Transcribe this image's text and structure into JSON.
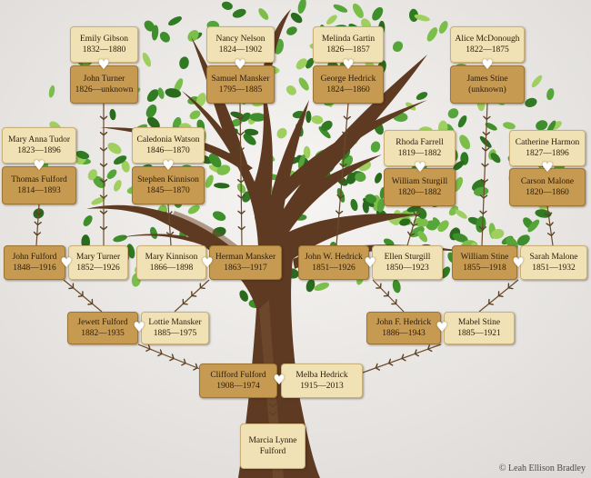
{
  "colors": {
    "light_box": "#f0e2b4",
    "dark_box": "#c79a52",
    "trunk": "#5e3a22",
    "leaf": "#3e8f2c"
  },
  "people": {
    "emily_gibson": {
      "name": "Emily Gibson",
      "dates": "1832—1880"
    },
    "john_turner": {
      "name": "John Turner",
      "dates": "1826—unknown"
    },
    "nancy_nelson": {
      "name": "Nancy Nelson",
      "dates": "1824—1902"
    },
    "samuel_mansker": {
      "name": "Samuel Mansker",
      "dates": "1795—1885"
    },
    "melinda_gartin": {
      "name": "Melinda Gartin",
      "dates": "1826—1857"
    },
    "george_hedrick": {
      "name": "George Hedrick",
      "dates": "1824—1860"
    },
    "alice_mcdonough": {
      "name": "Alice McDonough",
      "dates": "1822—1875"
    },
    "james_stine": {
      "name": "James Stine",
      "dates": "(unknown)"
    },
    "mary_anna_tudor": {
      "name": "Mary Anna Tudor",
      "dates": "1823—1896"
    },
    "thomas_fulford": {
      "name": "Thomas Fulford",
      "dates": "1814—1893"
    },
    "caledonia_watson": {
      "name": "Caledonia Watson",
      "dates": "1846—1870"
    },
    "stephen_kinnison": {
      "name": "Stephen Kinnison",
      "dates": "1845—1870"
    },
    "rhoda_farrell": {
      "name": "Rhoda Farrell",
      "dates": "1819—1882"
    },
    "william_sturgill": {
      "name": "William Sturgill",
      "dates": "1820—1882"
    },
    "catherine_harmon": {
      "name": "Catherine Harmon",
      "dates": "1827—1896"
    },
    "carson_malone": {
      "name": "Carson Malone",
      "dates": "1820—1860"
    },
    "john_fulford": {
      "name": "John Fulford",
      "dates": "1848—1916"
    },
    "mary_turner": {
      "name": "Mary Turner",
      "dates": "1852—1926"
    },
    "mary_kinnison": {
      "name": "Mary Kinnison",
      "dates": "1866—1898"
    },
    "herman_mansker": {
      "name": "Herman Mansker",
      "dates": "1863—1917"
    },
    "john_w_hedrick": {
      "name": "John W. Hedrick",
      "dates": "1851—1926"
    },
    "ellen_sturgill": {
      "name": "Ellen Sturgill",
      "dates": "1850—1923"
    },
    "william_stine": {
      "name": "William Stine",
      "dates": "1855—1918"
    },
    "sarah_malone": {
      "name": "Sarah Malone",
      "dates": "1851—1932"
    },
    "jewett_fulford": {
      "name": "Jewett Fulford",
      "dates": "1882—1935"
    },
    "lottie_mansker": {
      "name": "Lottie Mansker",
      "dates": "1885—1975"
    },
    "john_f_hedrick": {
      "name": "John F. Hedrick",
      "dates": "1886—1943"
    },
    "mabel_stine": {
      "name": "Mabel Stine",
      "dates": "1885—1921"
    },
    "clifford_fulford": {
      "name": "Clifford Fulford",
      "dates": "1908—1974"
    },
    "melba_hedrick": {
      "name": "Melba Hedrick",
      "dates": "1915—2013"
    },
    "marcia_lynne_fulford": {
      "name": "Marcia Lynne",
      "dates": "Fulford"
    }
  },
  "heart_glyph": "♥",
  "copyright": "© Leah Ellison Bradley"
}
